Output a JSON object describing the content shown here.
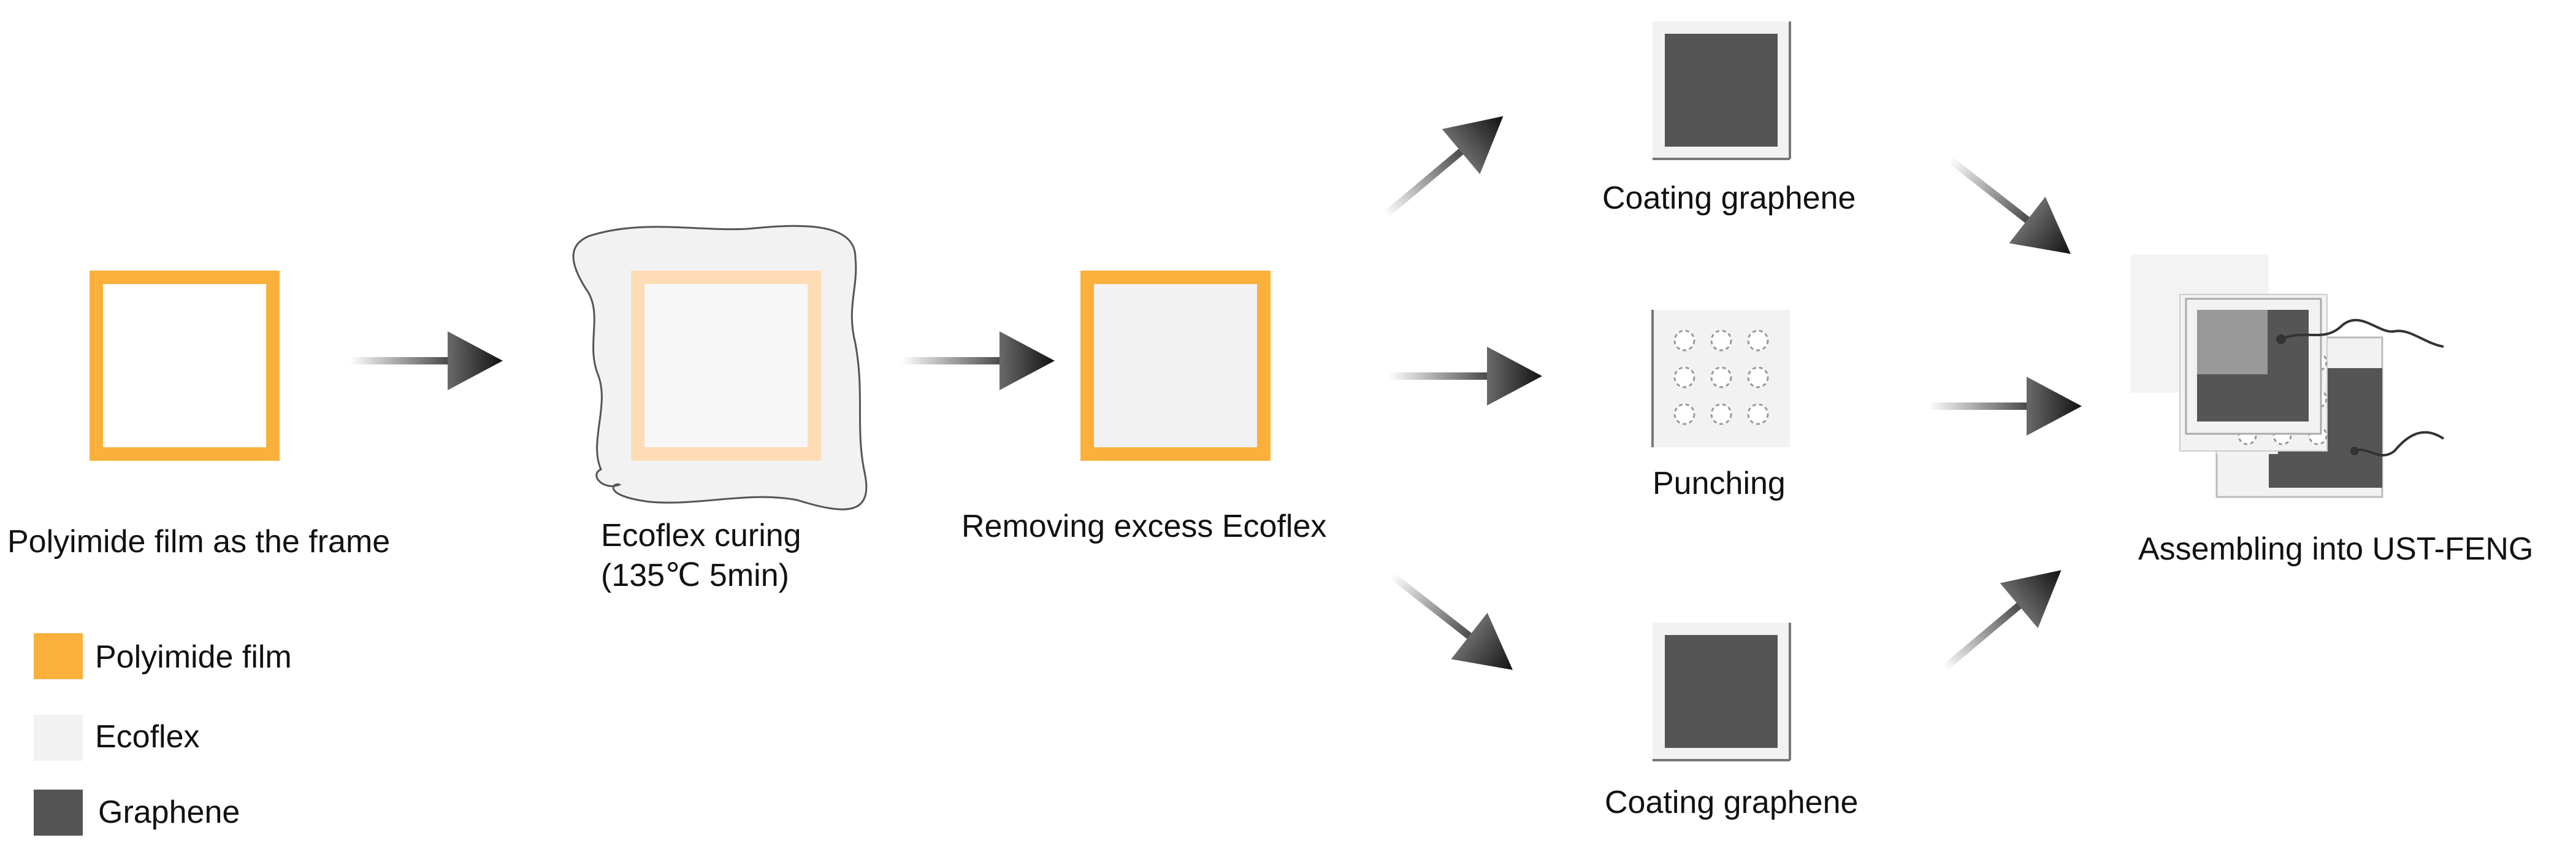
{
  "steps": {
    "frame": "Polyimide film as the frame",
    "curing_line1": "Ecoflex curing",
    "curing_line2": "(135℃ 5min)",
    "removing": "Removing excess Ecoflex",
    "coating_top": "Coating graphene",
    "punching": "Punching",
    "coating_bottom": "Coating graphene",
    "assembling": "Assembling into UST-FENG"
  },
  "legend": {
    "items": [
      {
        "label": "Polyimide film",
        "color": "#FBB03B"
      },
      {
        "label": "Ecoflex",
        "color": "#F2F2F2"
      },
      {
        "label": "Graphene",
        "color": "#555555"
      }
    ]
  },
  "colors": {
    "polyimide": "#FBB03B",
    "polyimide_faded": "#FEDCB5",
    "ecoflex": "#F2F2F2",
    "graphene": "#555555",
    "arrow": "#2a2a2a"
  },
  "icons": {
    "arrow": "arrow-right-icon",
    "hole": "dashed-circle-hole"
  }
}
